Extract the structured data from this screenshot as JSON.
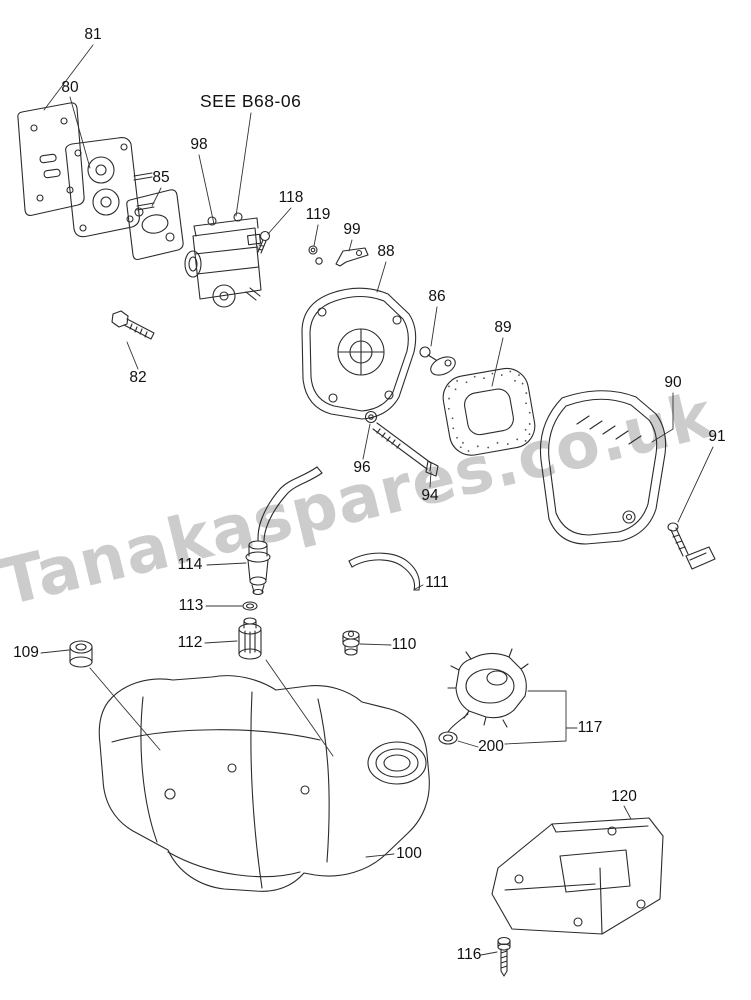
{
  "diagram": {
    "reference_note": "SEE B68-06",
    "background_color": "#ffffff",
    "line_color": "#2b2b2b"
  },
  "watermark": {
    "text": "Tanakaspares.co.uk",
    "color": "#8f8f8f"
  },
  "callouts": [
    {
      "label": "81"
    },
    {
      "label": "80"
    },
    {
      "label": "85"
    },
    {
      "label": "98"
    },
    {
      "label": "118"
    },
    {
      "label": "119"
    },
    {
      "label": "99"
    },
    {
      "label": "88"
    },
    {
      "label": "86"
    },
    {
      "label": "89"
    },
    {
      "label": "90"
    },
    {
      "label": "91"
    },
    {
      "label": "82"
    },
    {
      "label": "96"
    },
    {
      "label": "94"
    },
    {
      "label": "114"
    },
    {
      "label": "113"
    },
    {
      "label": "112"
    },
    {
      "label": "111"
    },
    {
      "label": "110"
    },
    {
      "label": "109"
    },
    {
      "label": "117"
    },
    {
      "label": "200"
    },
    {
      "label": "100"
    },
    {
      "label": "120"
    },
    {
      "label": "116"
    }
  ]
}
